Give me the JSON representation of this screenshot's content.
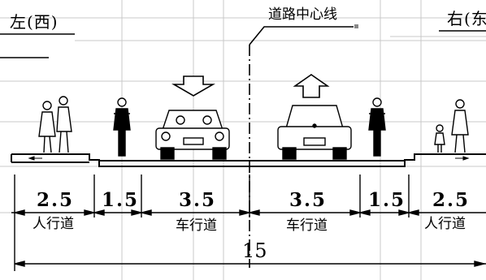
{
  "labels": {
    "left_side": "左(西)",
    "right_side": "右(东",
    "center_line": "道路中心线"
  },
  "sections": [
    {
      "width": "2.5",
      "name": "人行道"
    },
    {
      "width": "1.5",
      "name": ""
    },
    {
      "width": "3.5",
      "name": "车行道"
    },
    {
      "width": "3.5",
      "name": "车行道"
    },
    {
      "width": "1.5",
      "name": ""
    },
    {
      "width": "2.5",
      "name": "人行道"
    }
  ],
  "total_width": "15",
  "colors": {
    "line": "#000000",
    "guide": "#c8c8c8"
  }
}
